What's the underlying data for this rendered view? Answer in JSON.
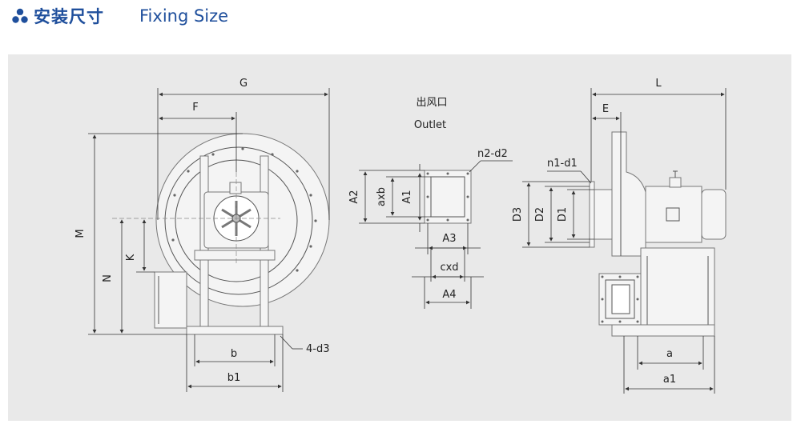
{
  "header": {
    "title_cn": "安装尺寸",
    "title_en": "Fixing Size",
    "logo_icon": "fan-logo-icon",
    "accent_color": "#1f4f9c"
  },
  "outlet": {
    "title_cn": "出风口",
    "title_en": "Outlet"
  },
  "labels": {
    "G": "G",
    "F": "F",
    "M": "M",
    "N": "N",
    "K": "K",
    "b": "b",
    "b1": "b1",
    "d3": "4-d3",
    "A2": "A2",
    "axb": "axb",
    "A1": "A1",
    "A3": "A3",
    "cxd": "cxd",
    "A4": "A4",
    "n2d2": "n2-d2",
    "L": "L",
    "E": "E",
    "n1d1": "n1-d1",
    "D3": "D3",
    "D2": "D2",
    "D1": "D1",
    "a": "a",
    "a1": "a1"
  },
  "colors": {
    "panel_bg": "#e9e9e9",
    "line": "#555555"
  }
}
